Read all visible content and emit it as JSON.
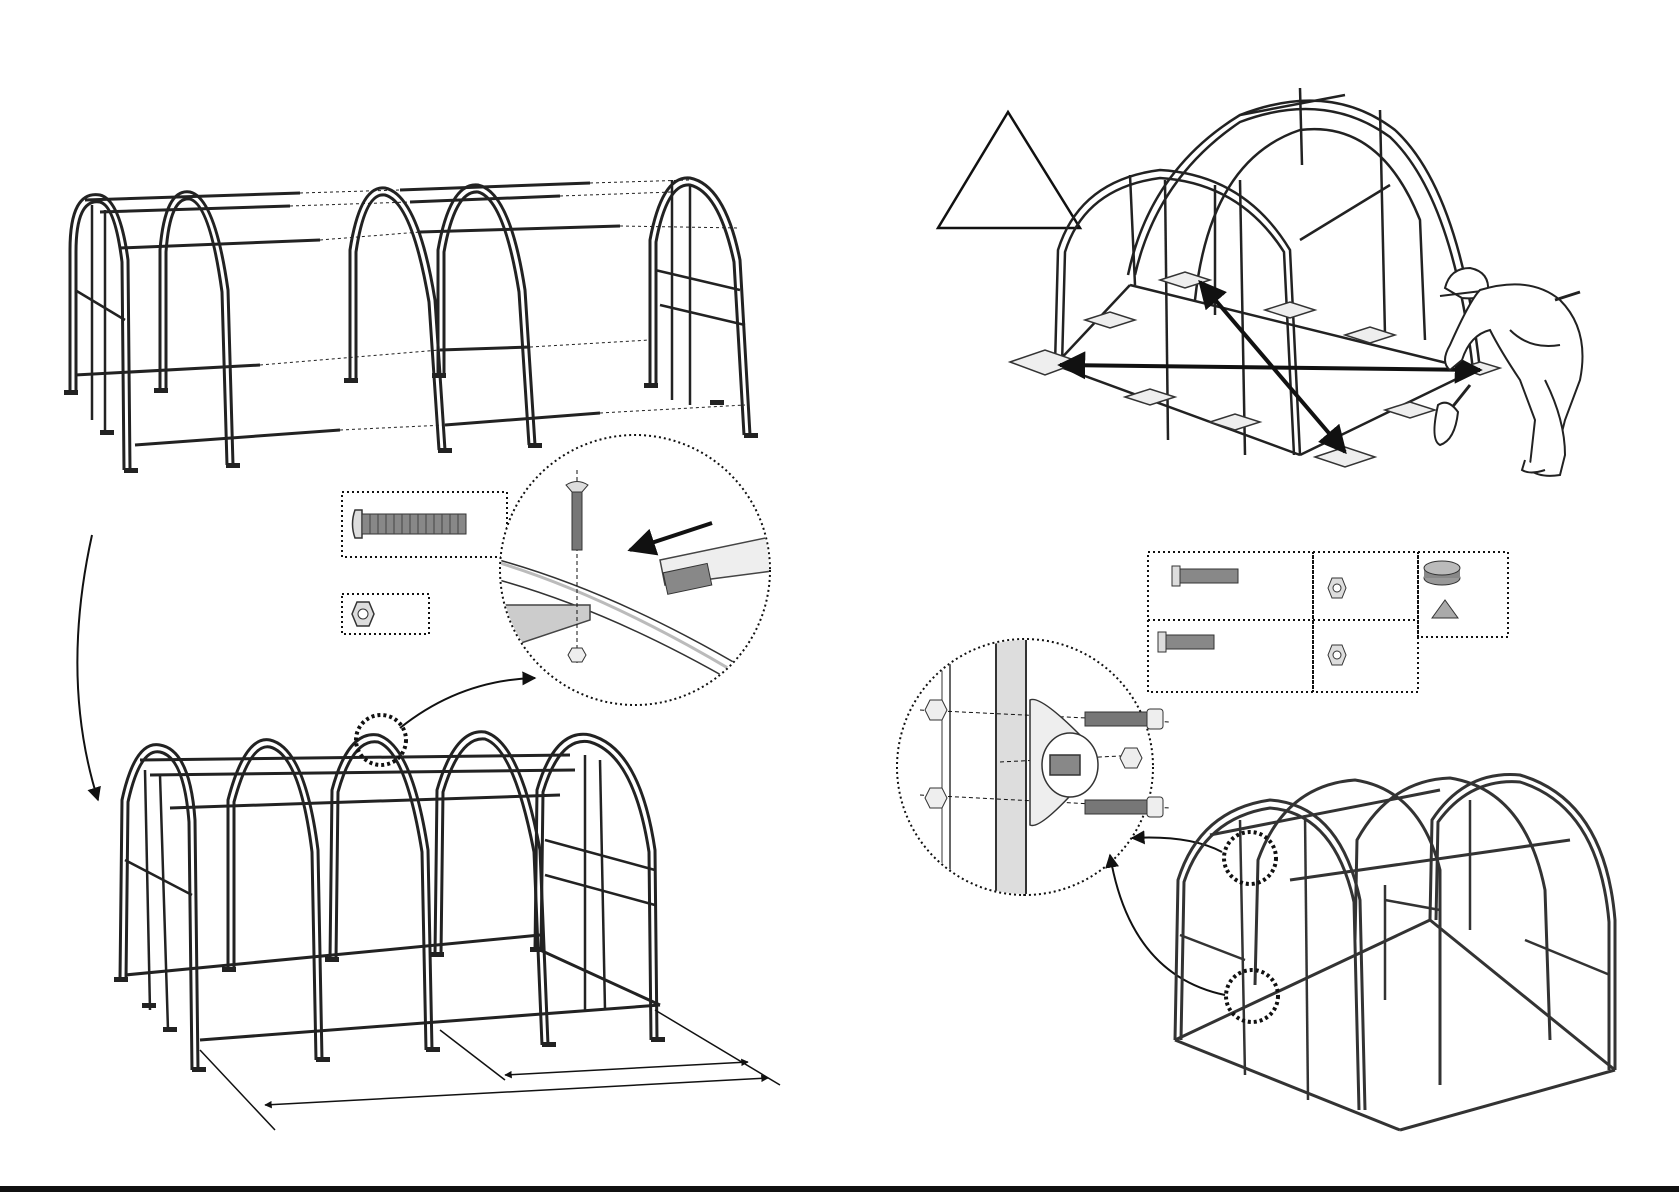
{
  "page": {
    "caption": "",
    "background": "#ffffff",
    "ink": "#111111"
  },
  "figures": [
    {
      "name": "exploded-frame-assembly",
      "icon": "greenhouse-frame-exploded-icon"
    },
    {
      "name": "bolt-detail-callout",
      "icon": "magnifier-callout-icon"
    },
    {
      "name": "assembled-long-frame",
      "icon": "greenhouse-frame-icon"
    },
    {
      "name": "square-check-with-gardener",
      "icon": "warning-triangle-icon"
    },
    {
      "name": "base-anchor-detail",
      "icon": "anchor-plate-icon"
    },
    {
      "name": "assembled-short-frame",
      "icon": "greenhouse-frame-icon"
    }
  ],
  "parts": {
    "carriage_bolt": "carriage-bolt-icon",
    "hex_nut": "hex-nut-icon",
    "long_bolt": "long-bolt-icon",
    "short_bolt": "short-bolt-icon",
    "spacer": "spacer-disc-icon",
    "angle_bracket": "angle-bracket-icon"
  }
}
